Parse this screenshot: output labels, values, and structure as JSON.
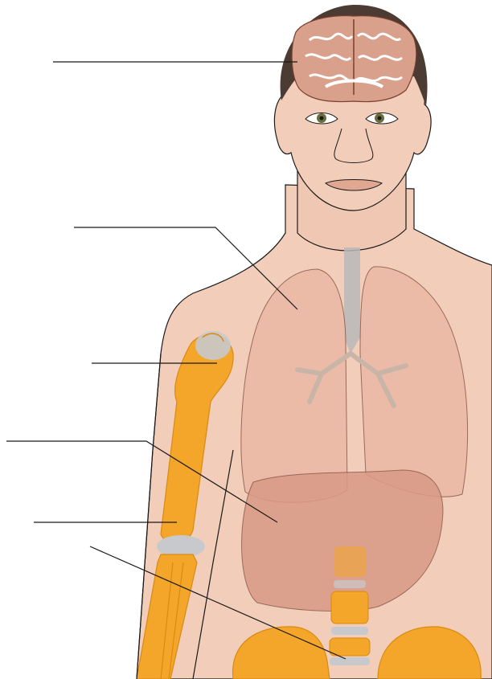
{
  "figure": {
    "subject": "human-body-organs-skeleton",
    "labels": [
      {
        "id": "brain",
        "text": ""
      },
      {
        "id": "lung",
        "text": ""
      },
      {
        "id": "humerus-head",
        "text": ""
      },
      {
        "id": "liver",
        "text": ""
      },
      {
        "id": "elbow",
        "text": ""
      },
      {
        "id": "spine",
        "text": ""
      }
    ]
  },
  "colors": {
    "skin": "#f2cdb9",
    "skin_shadow": "#e8b49c",
    "hair": "#4b3b33",
    "bone": "#f4a62a",
    "bone_dark": "#d98a10",
    "cartilage": "#c8c9cc",
    "lung": "#ebb8a5",
    "liver": "#d99a86",
    "brain": "#d9a08c",
    "trachea": "#b9b9b9",
    "line": "#1a1a1a"
  }
}
